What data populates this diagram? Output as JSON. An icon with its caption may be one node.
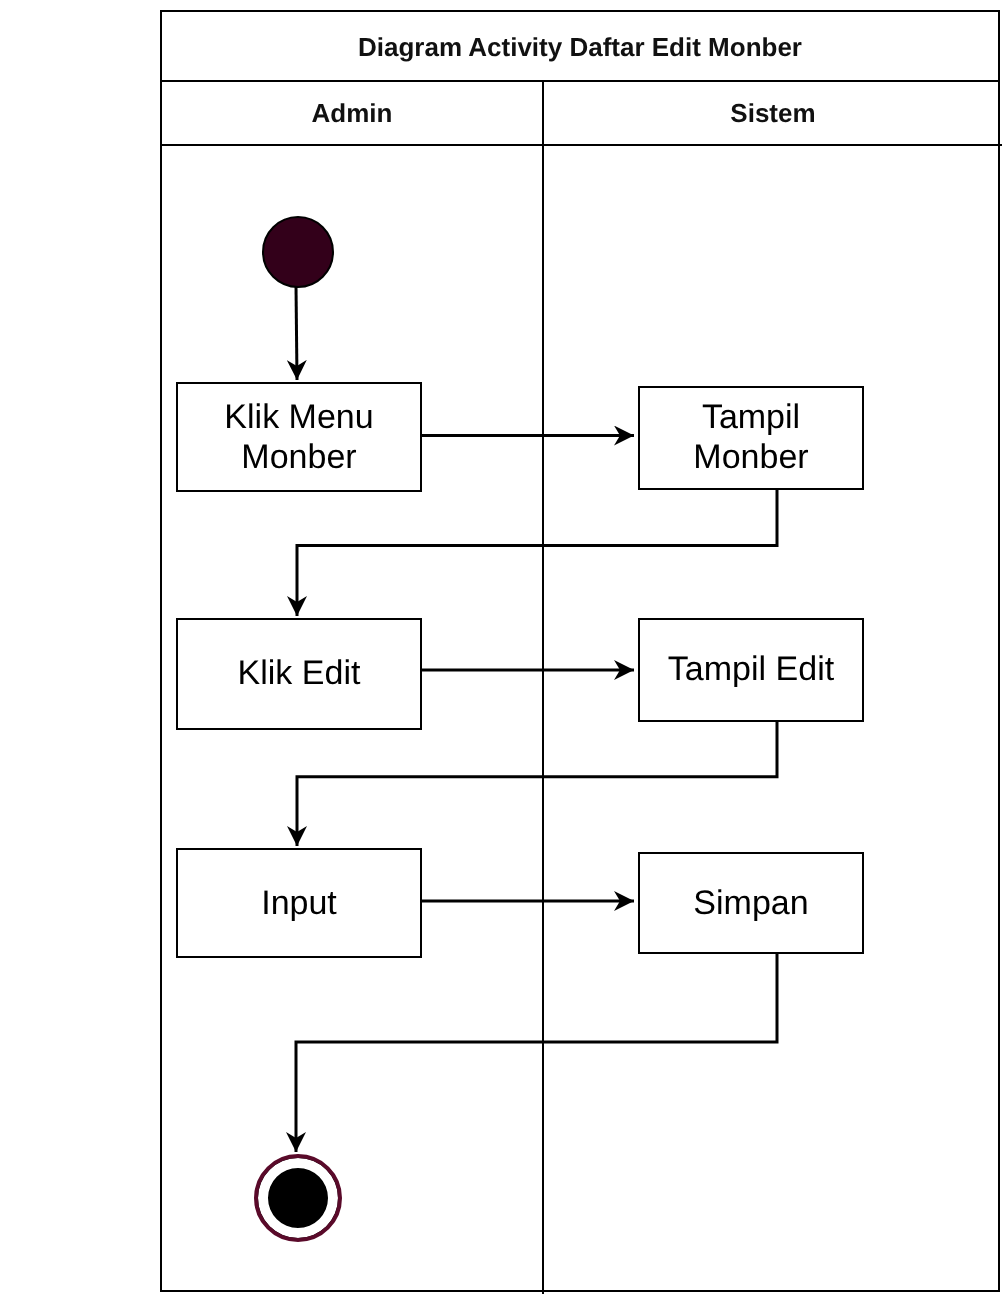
{
  "diagram": {
    "nodes": [
      {
        "text": [
          "Diagram Activity Daftar Edit Monber"
        ]
      },
      {
        "text": [
          "Admin"
        ],
        "in": 0
      },
      {
        "text": [
          "Sistem"
        ],
        "in": 0
      },
      {
        "text": [],
        "shape": "circle",
        "in": 1
      },
      {
        "text": [
          "Klik Menu Monber"
        ],
        "in": 1
      },
      {
        "text": [
          "Tampil Monber"
        ],
        "in": 2
      },
      {
        "text": [
          "Klik Edit"
        ],
        "in": 1
      },
      {
        "text": [
          "Tampil Edit"
        ],
        "in": 2
      },
      {
        "text": [
          "Input"
        ],
        "in": 1
      },
      {
        "text": [
          "Simpan"
        ],
        "in": 2
      },
      {
        "text": [],
        "shape": "circle",
        "in": 1
      }
    ],
    "edges": [
      {
        "from": 3,
        "to": 4,
        "arrow": "to"
      },
      {
        "from": 4,
        "to": 5,
        "arrow": "to"
      },
      {
        "from": 5,
        "to": 6,
        "arrow": "to"
      },
      {
        "from": 6,
        "to": 7,
        "arrow": "to"
      },
      {
        "from": 7,
        "to": 8,
        "arrow": "to"
      },
      {
        "from": 8,
        "to": 9,
        "arrow": "to"
      },
      {
        "from": 9,
        "to": 10,
        "arrow": "to"
      }
    ]
  }
}
